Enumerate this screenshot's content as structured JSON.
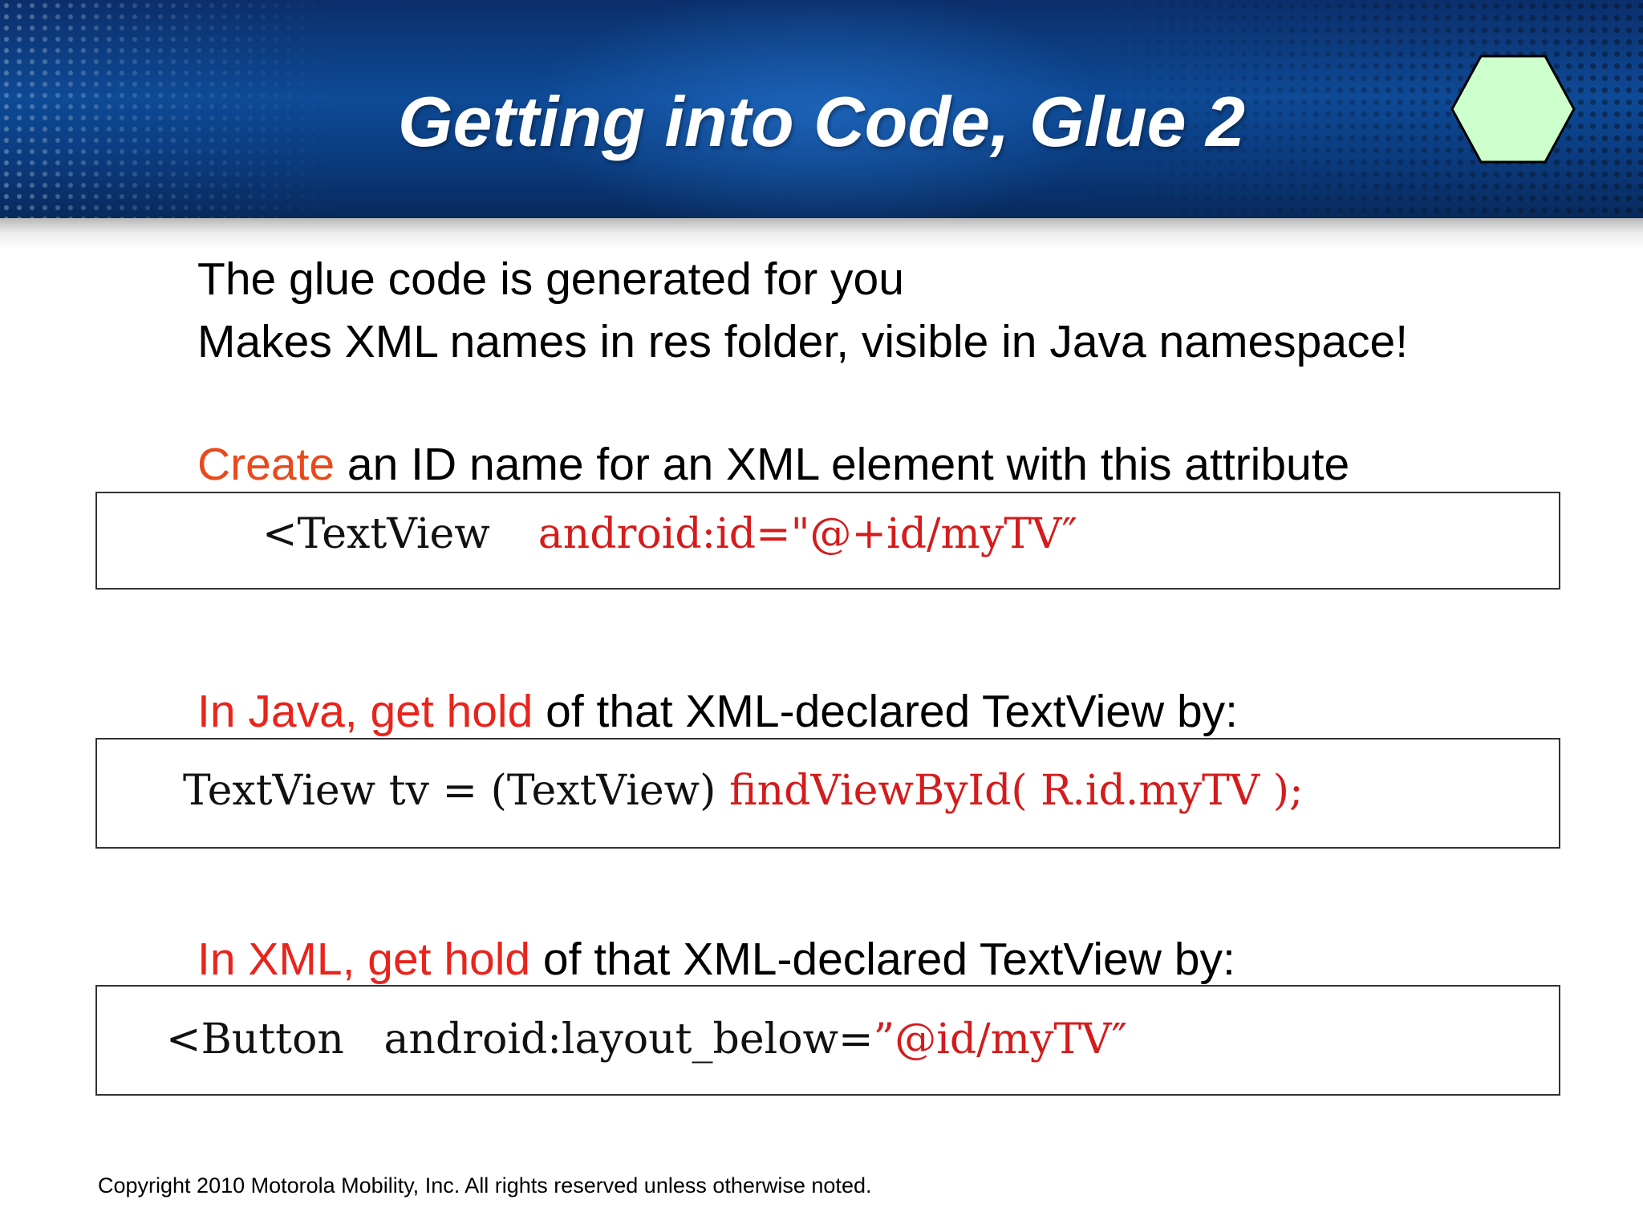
{
  "slide": {
    "title": "Getting into Code, Glue 2",
    "intro_line_1": "The glue code is generated for you",
    "intro_line_2": "Makes XML names in res folder, visible in Java namespace!",
    "section_1": {
      "highlight": "Create",
      "rest": " an ID name for an XML element with this attribute",
      "code_plain": "<TextView",
      "code_red": "android:id=\"@+id/myTV″"
    },
    "section_2": {
      "highlight": "In Java, get hold",
      "rest": " of that XML-declared TextView by:",
      "code_plain": "TextView tv = (TextView) ",
      "code_red": "findViewById( R.id.myTV );"
    },
    "section_3": {
      "highlight": "In XML, get hold",
      "rest": " of that XML-declared TextView by:",
      "code_plain": "<Button   android:layout_below=",
      "code_red": "”@id/myTV″"
    },
    "footer": "Copyright 2010 Motorola Mobility, Inc. All rights reserved unless otherwise noted."
  },
  "colors": {
    "header_blue": "#0e4a96",
    "highlight_red": "#e8241c",
    "hexagon_fill": "#ccffcc"
  },
  "icons": {
    "hexagon": "green-hexagon-icon"
  }
}
